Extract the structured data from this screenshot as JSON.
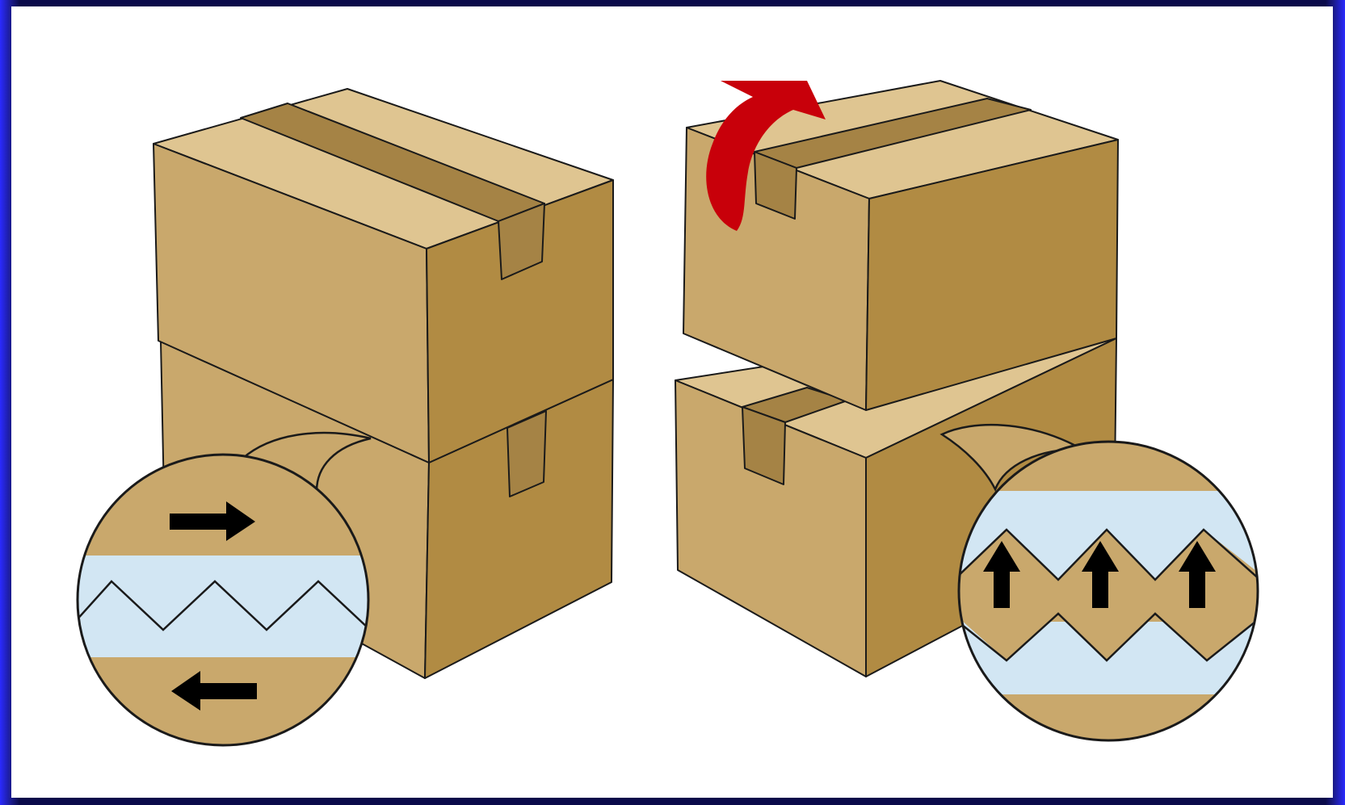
{
  "illustration": {
    "colors": {
      "cardboard_light": "#dfc591",
      "cardboard_mid": "#c9a86c",
      "cardboard_dark": "#b18b43",
      "tape": "#a58345",
      "tape_dark": "#9a7a40",
      "film": "#d2e6f3",
      "arrow_red": "#c8000a",
      "arrow_black": "#000000",
      "outline": "#1a1a1a",
      "frame_edge": "#2a2aff",
      "frame_dark": "#0a0a4a"
    },
    "panels": {
      "left": {
        "subject": "stacked-boxes-shear",
        "callout_arrows": [
          "arrow-right",
          "arrow-left"
        ]
      },
      "right": {
        "subject": "stacked-boxes-lift",
        "callout_arrows": [
          "arrow-up",
          "arrow-up",
          "arrow-up"
        ],
        "motion_arrow": "curved-red-arrow"
      }
    }
  }
}
